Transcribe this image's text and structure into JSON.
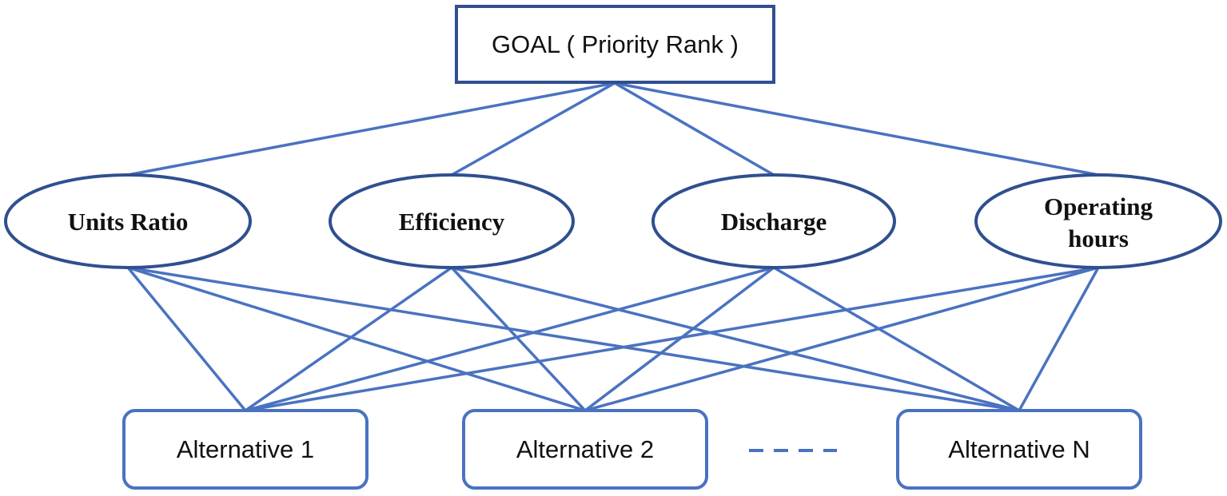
{
  "goal": {
    "label": "GOAL ( Priority Rank )"
  },
  "criteria": [
    {
      "id": "units-ratio",
      "lines": [
        "Units Ratio"
      ]
    },
    {
      "id": "efficiency",
      "lines": [
        "Efficiency"
      ]
    },
    {
      "id": "discharge",
      "lines": [
        "Discharge"
      ]
    },
    {
      "id": "operating-hours",
      "lines": [
        "Operating",
        "hours"
      ]
    }
  ],
  "alternatives": [
    {
      "id": "alternative-1",
      "label": "Alternative 1"
    },
    {
      "id": "alternative-2",
      "label": "Alternative 2"
    },
    {
      "id": "alternative-n",
      "label": "Alternative N"
    }
  ],
  "colors": {
    "connector": "#4a72c0",
    "node_border": "#2f4f8f",
    "text": "#111111"
  }
}
